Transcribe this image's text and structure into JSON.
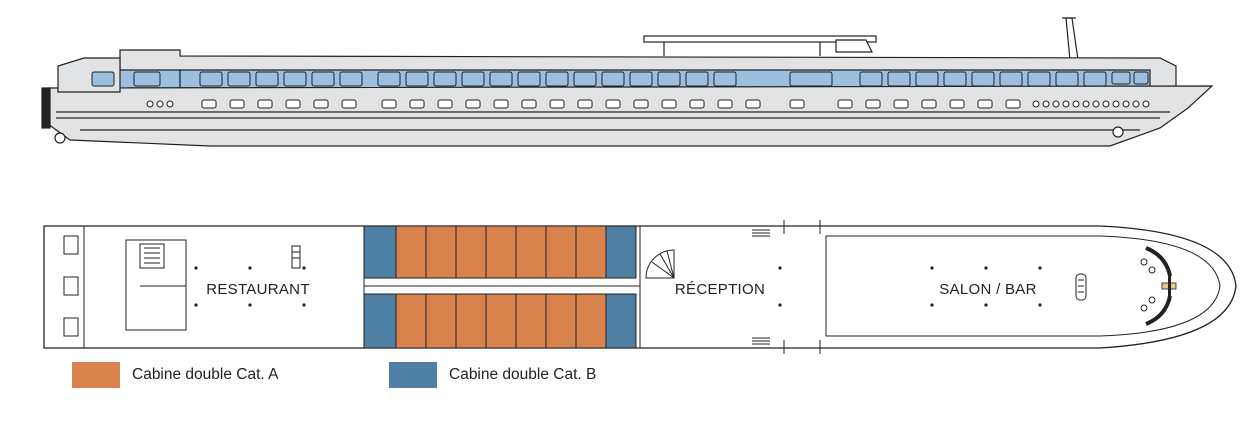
{
  "rooms": {
    "restaurant": "RESTAURANT",
    "reception": "RÉCEPTION",
    "salon_bar": "SALON / BAR"
  },
  "legend": [
    {
      "label": "Cabine double Cat. A",
      "color": "#d8834e"
    },
    {
      "label": "Cabine double Cat. B",
      "color": "#4f7fa2"
    }
  ],
  "colors": {
    "hull_grey": "#e2e3e5",
    "window_blue": "#9dbfdf",
    "outline": "#222222",
    "cabin_a": "#d8834e",
    "cabin_b": "#4f7fa2"
  },
  "deck_plan": {
    "cabins_top": [
      "B",
      "A",
      "A",
      "A",
      "A",
      "A",
      "A",
      "A",
      "B"
    ],
    "cabins_bottom": [
      "B",
      "A",
      "A",
      "A",
      "A",
      "A",
      "A",
      "A",
      "B"
    ]
  }
}
